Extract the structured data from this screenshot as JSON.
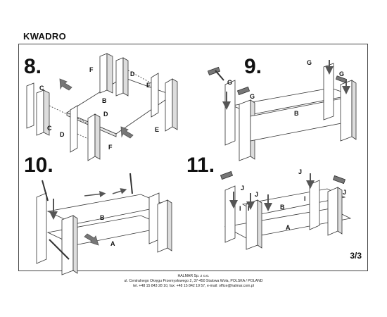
{
  "document": {
    "title": "KWADRO",
    "page": "3/3"
  },
  "steps": [
    {
      "number": "8.",
      "labels": [
        "F",
        "D",
        "E",
        "B",
        "D",
        "C",
        "D",
        "E",
        "F",
        "C"
      ]
    },
    {
      "number": "9.",
      "labels": [
        "G",
        "G",
        "G",
        "G",
        "B"
      ]
    },
    {
      "number": "10.",
      "labels": [
        "B",
        "A"
      ]
    },
    {
      "number": "11.",
      "labels": [
        "J",
        "J",
        "J",
        "J",
        "I",
        "I",
        "I",
        "B",
        "A"
      ]
    }
  ],
  "footer": {
    "line1": "HALMAR Sp. z o.o.",
    "line2": "ul. Centralnego Okręgu Przemysłowego 2, 37-450 Stalowa Wola, POLSKA / POLAND",
    "line3": "tel. +48 15 843 28 10, fax: +48 15 842 19 57, e-mail: office@halmar.com.pl"
  }
}
